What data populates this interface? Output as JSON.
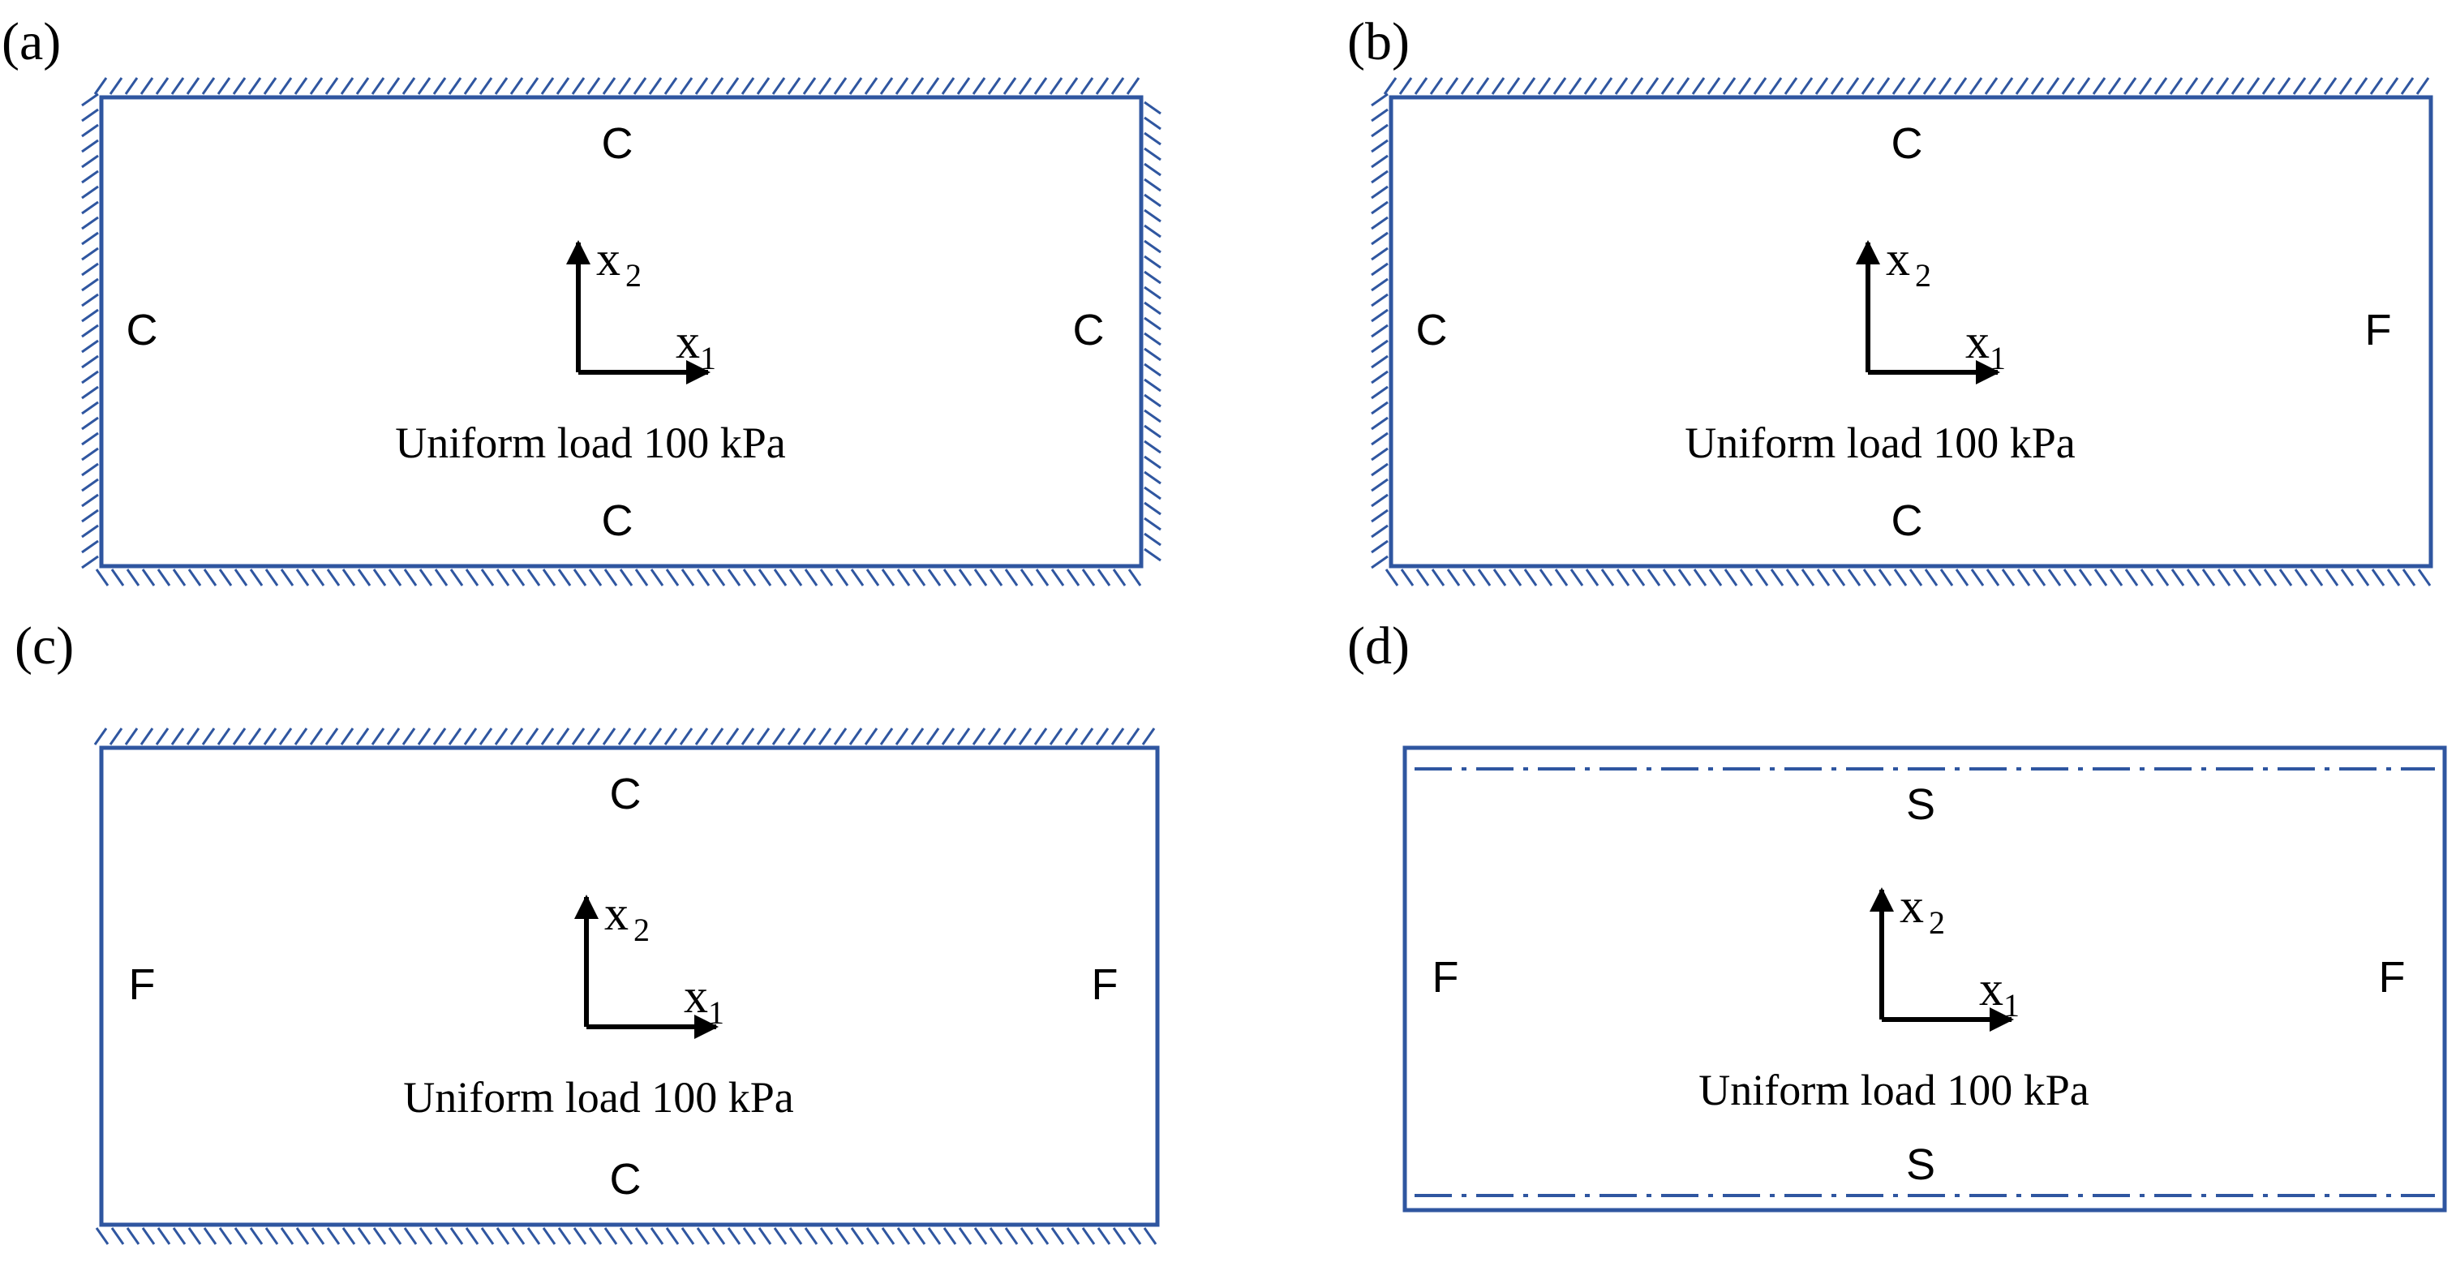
{
  "colors": {
    "frame": "#2f56a0",
    "hatch": "#2f56a0",
    "arrow": "#000000",
    "text": "#000000"
  },
  "axis_labels": {
    "x1": "x",
    "x1_sub": "1",
    "x2": "x",
    "x2_sub": "2"
  },
  "panels": [
    {
      "label": "(a)",
      "edges": {
        "top": "C",
        "bottom": "C",
        "left": "C",
        "right": "C"
      },
      "load": "Uniform load 100 kPa"
    },
    {
      "label": "(b)",
      "edges": {
        "top": "C",
        "bottom": "C",
        "left": "C",
        "right": "F"
      },
      "load": "Uniform load 100 kPa"
    },
    {
      "label": "(c)",
      "edges": {
        "top": "C",
        "bottom": "C",
        "left": "F",
        "right": "F"
      },
      "load": "Uniform load 100 kPa"
    },
    {
      "label": "(d)",
      "edges": {
        "top": "S",
        "bottom": "S",
        "left": "F",
        "right": "F"
      },
      "load": "Uniform load 100 kPa"
    }
  ]
}
